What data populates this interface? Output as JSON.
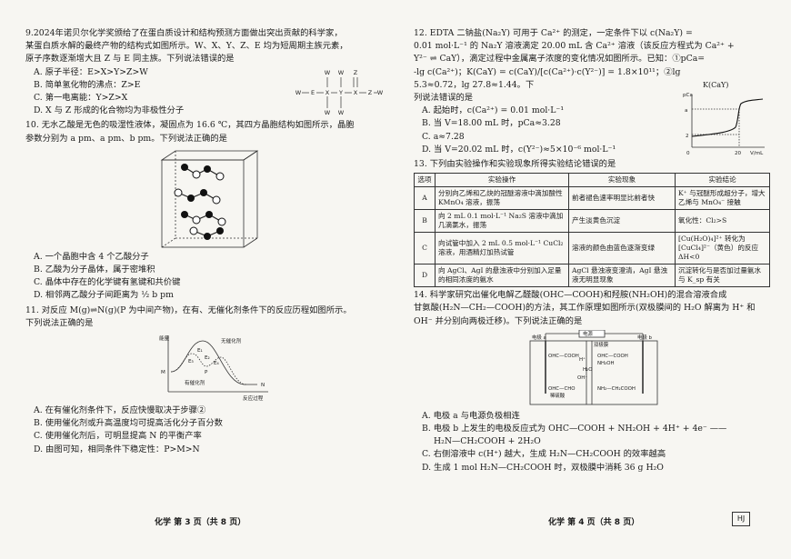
{
  "left": {
    "q9": {
      "stem1": "9.2024年诺贝尔化学奖颁给了在蛋白质设计和结构预测方面做出突出贡献的科学家，",
      "stem2": "某蛋白质水解的最终产物的结构式如图所示。W、X、Y、Z、E 均为短周期主族元素，",
      "stem3": "原子序数逐渐增大且 Z 与 E 同主族。下列说法错误的是",
      "A": "A. 原子半径：E>X>Y>Z>W",
      "B": "B. 简单氢化物的沸点：Z>E",
      "C": "C. 第一电离能：Y>Z>X",
      "D": "D. X 与 Z 形成的化合物均为非极性分子"
    },
    "q10": {
      "stem1": "10. 无水乙酸是无色的吸湿性液体，凝固点为 16.6 ℃，其四方晶胞结构如图所示，晶胞",
      "stem2": "参数分别为 a pm、a pm、b pm。下列说法正确的是",
      "A": "A. 一个晶胞中含 4 个乙酸分子",
      "B": "B. 乙酸为分子晶体，属于密堆积",
      "C": "C. 晶体中存在的化学键有氢键和共价键",
      "D": "D. 相邻两乙酸分子间距离为 ½ b pm"
    },
    "q11": {
      "stem1": "11. 对反应 M(g)⇌N(g)(P 为中间产物)，在有、无催化剂条件下的反应历程如图所示。",
      "stem2": "下列说法正确的是",
      "A": "A. 在有催化剂条件下，反应快慢取决于步骤②",
      "B": "B. 使用催化剂或升高温度均可提高活化分子百分数",
      "C": "C. 使用催化剂后，可明显提高 N 的平衡产率",
      "D": "D. 由图可知，相同条件下稳定性：P>M>N"
    },
    "footer": "化学 第 3 页（共 8 页）"
  },
  "right": {
    "q12": {
      "stem1": "12. EDTA 二钠盐(Na₂Y) 可用于 Ca²⁺ 的测定，一定条件下以 c(Na₂Y) =",
      "stem2": "0.01 mol·L⁻¹ 的 Na₂Y 溶液滴定 20.00 mL 含 Ca²⁺ 溶液（该反应方程式为 Ca²⁺ +",
      "stem3": "Y²⁻ ⇌ CaY），滴定过程中金属离子浓度的变化情况如图所示。已知：①pCa=",
      "stem4": "-lg c(Ca²⁺)；K(CaY) = c(CaY)/[c(Ca²⁺)·c(Y²⁻)] = 1.8×10¹¹；②lg 5.3≈0.72，lg 27.8≈1.44。下",
      "stem5": "列说法错误的是",
      "A": "A. 起始时，c(Ca²⁺) = 0.01 mol·L⁻¹",
      "B": "B. 当 V=18.00 mL 时，pCa≈3.28",
      "C": "C. a≈7.28",
      "D": "D. 当 V=20.02 mL 时，c(Y²⁻)≈5×10⁻⁶ mol·L⁻¹",
      "kcay": "K(CaY)"
    },
    "q13": {
      "stem": "13. 下列由实验操作和实验现象所得实验结论错误的是",
      "headers": [
        "选项",
        "实验操作",
        "实验现象",
        "实验结论"
      ],
      "rows": [
        [
          "A",
          "分别向乙烯和乙炔的冠醚溶液中滴加酸性 KMnO₄ 溶液，振荡",
          "前者褪色速率明显比前者快",
          "K⁺ 与冠醚形成超分子，增大乙烯与 MnO₄⁻ 接触"
        ],
        [
          "B",
          "向 2 mL 0.1 mol·L⁻¹ Na₂S 溶液中滴加几滴氯水，振荡",
          "产生淡黄色沉淀",
          "氧化性：Cl₂>S"
        ],
        [
          "C",
          "向试管中加入 2 mL 0.5 mol·L⁻¹ CuCl₂ 溶液，用酒精灯加热试管",
          "溶液的颜色由蓝色逐渐变绿",
          "[Cu(H₂O)₄]²⁺ 转化为 [CuCl₄]²⁻（黄色）的反应 ΔH<0"
        ],
        [
          "D",
          "向 AgCl、AgI 的悬浊液中分别加入足量的相同浓度的氨水",
          "AgCl 悬浊液变澄清，AgI 悬浊液无明显现象",
          "沉淀转化与是否加过量氨水与 K_sp 有关"
        ]
      ]
    },
    "q14": {
      "stem1": "14. 科学家研究出催化电解乙醛酸(OHC—COOH)和羟胺(NH₂OH)的混合溶液合成",
      "stem2": "甘氨酸(H₂N—CH₂—COOH)的方法，其工作原理如图所示(双极膜间的 H₂O 解离为 H⁺ 和",
      "stem3": "OH⁻ 并分别向两极迁移)。下列说法正确的是",
      "A": "A. 电极 a 与电源负极相连",
      "B1": "B. 电极 b 上发生的电极反应式为 OHC—COOH + NH₂OH + 4H⁺ + 4e⁻ ——",
      "B2": "H₂N—CH₂COOH + 2H₂O",
      "C": "C. 右侧溶液中 c(H⁺) 越大，生成 H₂N—CH₂COOH 的效率越高",
      "D": "D. 生成 1 mol H₂N—CH₂COOH 时，双极膜中消耗 36 g H₂O"
    },
    "footer": "化学 第 4 页（共 8 页）",
    "mark": "HJ"
  },
  "figures": {
    "q9_struct": [
      "W",
      "E",
      "X",
      "Y",
      "Z"
    ],
    "q11_labels": {
      "ylabel": "能量",
      "xlabel": "反应过程",
      "no_cat": "无催化剂",
      "with_cat": "有催化剂",
      "e1": "E₁",
      "e2": "E₂",
      "e3": "E₃",
      "e4": "E₄",
      "m": "M",
      "n": "N",
      "p": "P"
    },
    "q12_labels": {
      "ylabel": "pCa",
      "xlabel": "V/mL",
      "a": "a",
      "two": "2",
      "zero": "0",
      "twenty": "20"
    },
    "q14_labels": {
      "power": "电源",
      "ea": "电极 a",
      "eb": "电极 b",
      "bipolar": "双极膜",
      "left1": "OHC—COOH",
      "left2": "OHC—CHO",
      "left3": "稀硫酸",
      "right1": "OHC—COOH",
      "right2": "NH₂OH",
      "right3": "NH₂—CH₂COOH",
      "h": "H⁺",
      "oh": "OH⁻",
      "h2o": "H₂O"
    }
  }
}
